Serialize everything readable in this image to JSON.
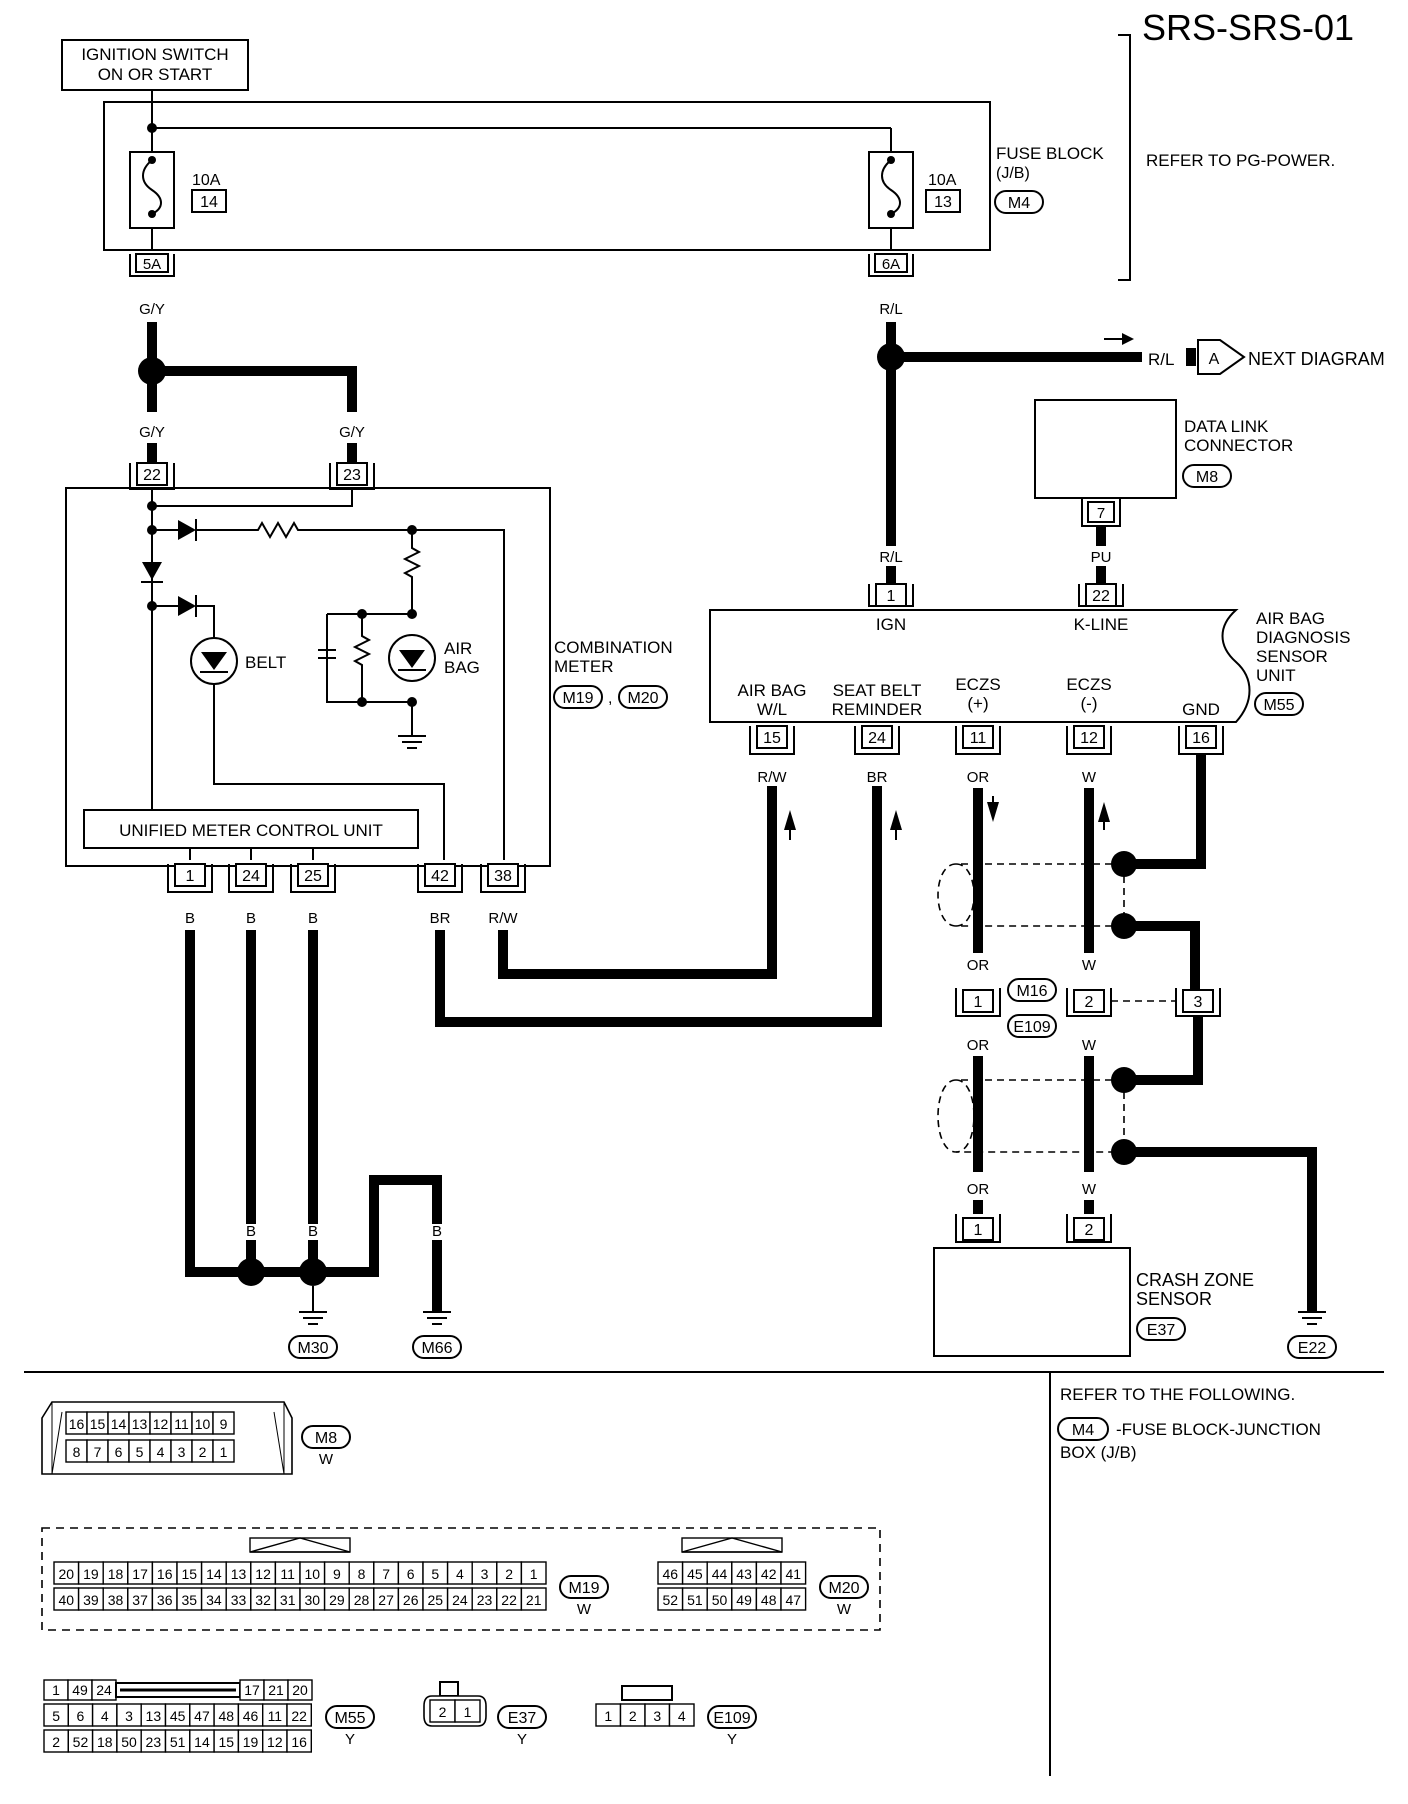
{
  "page_id": "SRS-SRS-01",
  "ignition": {
    "line1": "IGNITION SWITCH",
    "line2": "ON OR START"
  },
  "fuse_block": {
    "label": "FUSE BLOCK",
    "sub": "(J/B)",
    "connector": "M4",
    "refer": "REFER TO PG-POWER.",
    "fuse_a": {
      "amps": "10A",
      "num": "14",
      "terminal": "5A"
    },
    "fuse_b": {
      "amps": "10A",
      "num": "13",
      "terminal": "6A"
    }
  },
  "wires": {
    "gy": "G/Y",
    "rl": "R/L",
    "pu": "PU",
    "rw": "R/W",
    "br": "BR",
    "or": "OR",
    "w": "W",
    "b": "B"
  },
  "next_diagram": {
    "color": "R/L",
    "tag": "A",
    "text": "NEXT DIAGRAM"
  },
  "data_link": {
    "line1": "DATA LINK",
    "line2": "CONNECTOR",
    "connector": "M8",
    "terminal": "7"
  },
  "combination_meter": {
    "line1": "COMBINATION",
    "line2": "METER",
    "conn1": "M19",
    "sep": ",",
    "conn2": "M20",
    "in_terms": [
      "22",
      "23"
    ],
    "belt": "BELT",
    "airbag1": "AIR",
    "airbag2": "BAG",
    "unit": "UNIFIED METER CONTROL UNIT",
    "out_terms": [
      "1",
      "24",
      "25",
      "42",
      "38"
    ]
  },
  "adu": {
    "line1": "AIR BAG",
    "line2": "DIAGNOSIS",
    "line3": "SENSOR",
    "line4": "UNIT",
    "connector": "M55",
    "top_terms": [
      "1",
      "22"
    ],
    "top_labels": [
      "IGN",
      "K-LINE"
    ],
    "bottom_terms": [
      "15",
      "24",
      "11",
      "12",
      "16"
    ],
    "bottom_labels1": [
      "AIR BAG",
      "SEAT BELT",
      "ECZS",
      "ECZS",
      "GND"
    ],
    "bottom_labels2": [
      "W/L",
      "REMINDER",
      "(+)",
      "(-)",
      ""
    ]
  },
  "joint": {
    "conn_top": "M16",
    "conn_bottom": "E109",
    "terms": [
      "1",
      "2",
      "3"
    ]
  },
  "crash_sensor": {
    "line1": "CRASH ZONE",
    "line2": "SENSOR",
    "connector": "E37",
    "terms": [
      "1",
      "2"
    ]
  },
  "grounds": [
    "M30",
    "M66",
    "E22"
  ],
  "refer_following": {
    "line1": "REFER TO THE FOLLOWING.",
    "conn": "M4",
    "text1": "-FUSE BLOCK-JUNCTION",
    "text2": "BOX (J/B)"
  },
  "connector_views": {
    "m8": {
      "tag": "M8",
      "color": "W",
      "row1": [
        "16",
        "15",
        "14",
        "13",
        "12",
        "11",
        "10",
        "9"
      ],
      "row2": [
        "8",
        "7",
        "6",
        "5",
        "4",
        "3",
        "2",
        "1"
      ]
    },
    "m19": {
      "tag": "M19",
      "color": "W",
      "row1": [
        "20",
        "19",
        "18",
        "17",
        "16",
        "15",
        "14",
        "13",
        "12",
        "11",
        "10",
        "9",
        "8",
        "7",
        "6",
        "5",
        "4",
        "3",
        "2",
        "1"
      ],
      "row2": [
        "40",
        "39",
        "38",
        "37",
        "36",
        "35",
        "34",
        "33",
        "32",
        "31",
        "30",
        "29",
        "28",
        "27",
        "26",
        "25",
        "24",
        "23",
        "22",
        "21"
      ]
    },
    "m20": {
      "tag": "M20",
      "color": "W",
      "row1": [
        "46",
        "45",
        "44",
        "43",
        "42",
        "41"
      ],
      "row2": [
        "52",
        "51",
        "50",
        "49",
        "48",
        "47"
      ]
    },
    "m55": {
      "tag": "M55",
      "color": "Y",
      "row1_left": [
        "1",
        "49",
        "24"
      ],
      "row1_right": [
        "17",
        "21",
        "20"
      ],
      "row2": [
        "5",
        "6",
        "4",
        "3",
        "13",
        "45",
        "47",
        "48",
        "46",
        "11",
        "22"
      ],
      "row3": [
        "2",
        "52",
        "18",
        "50",
        "23",
        "51",
        "14",
        "15",
        "19",
        "12",
        "16"
      ]
    },
    "e37": {
      "tag": "E37",
      "color": "Y",
      "pins": [
        "2",
        "1"
      ]
    },
    "e109": {
      "tag": "E109",
      "color": "Y",
      "pins": [
        "1",
        "2",
        "3",
        "4"
      ]
    }
  }
}
